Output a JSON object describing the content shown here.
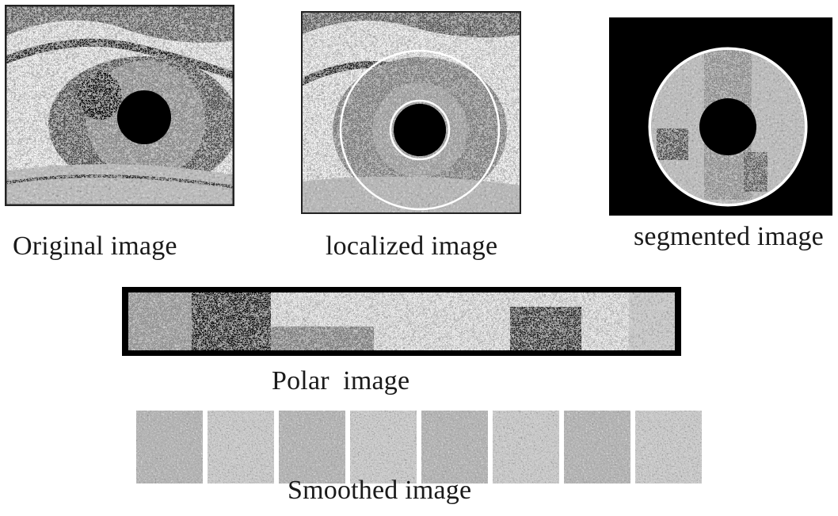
{
  "figure": {
    "panels": [
      {
        "id": "original",
        "caption": "Original image"
      },
      {
        "id": "localized",
        "caption": "localized image"
      },
      {
        "id": "segmented",
        "caption": "segmented image"
      },
      {
        "id": "polar",
        "caption": "Polar  image"
      },
      {
        "id": "smoothed",
        "caption": "Smoothed image"
      }
    ]
  },
  "smoothed_tiles": 8,
  "colors": {
    "ink": "#000000",
    "paper": "#ffffff",
    "mid": "#6a6a6a",
    "light": "#cfcfcf"
  }
}
